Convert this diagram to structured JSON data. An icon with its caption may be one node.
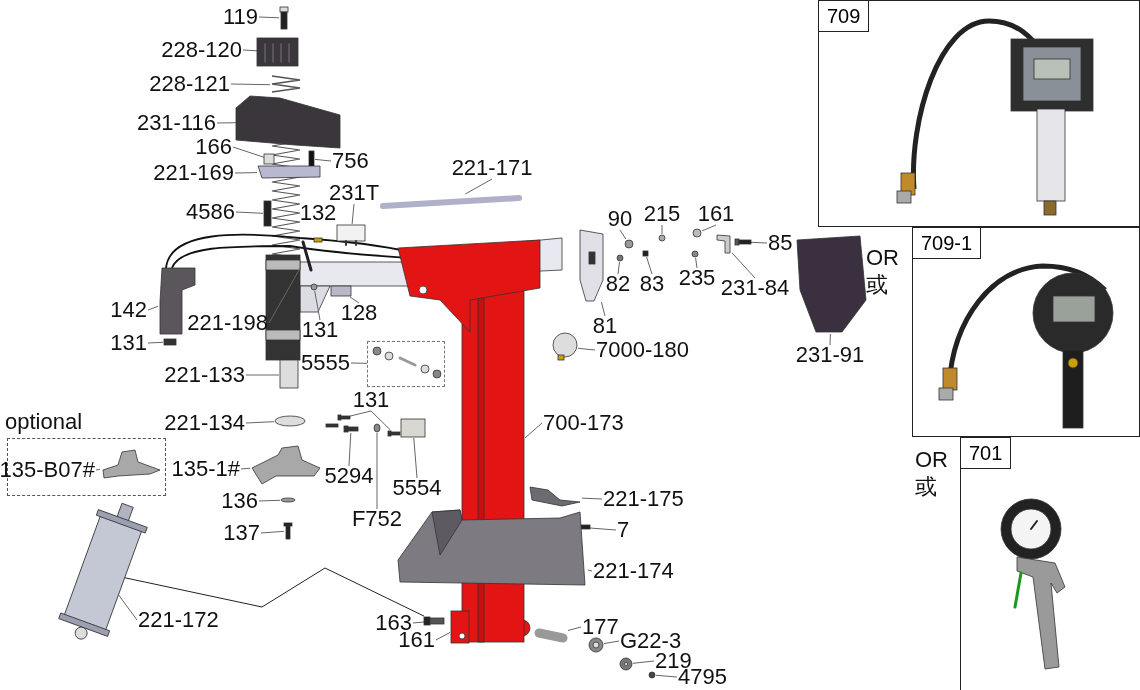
{
  "diagram": {
    "nodes": [
      {
        "text": [
          "119"
        ]
      },
      {
        "text": [
          "228-120"
        ]
      },
      {
        "text": [
          "228-121"
        ]
      },
      {
        "text": [
          "231-116"
        ]
      },
      {
        "text": [
          "166"
        ]
      },
      {
        "text": [
          "756"
        ]
      },
      {
        "text": [
          "221-169"
        ]
      },
      {
        "text": [
          "221-171"
        ]
      },
      {
        "text": [
          "231T"
        ]
      },
      {
        "text": [
          "4586"
        ]
      },
      {
        "text": [
          "90"
        ]
      },
      {
        "text": [
          "215"
        ]
      },
      {
        "text": [
          "161"
        ]
      },
      {
        "text": [
          "85"
        ]
      },
      {
        "text": [
          "82"
        ]
      },
      {
        "text": [
          "83"
        ]
      },
      {
        "text": [
          "235"
        ]
      },
      {
        "text": [
          "231-84"
        ]
      },
      {
        "text": [
          "142"
        ]
      },
      {
        "text": [
          "128"
        ]
      },
      {
        "text": [
          "221-198"
        ]
      },
      {
        "text": [
          "131"
        ]
      },
      {
        "text": [
          "81"
        ]
      },
      {
        "text": [
          "131"
        ]
      },
      {
        "text": [
          "7000-180"
        ]
      },
      {
        "text": [
          "231-91"
        ]
      },
      {
        "text": [
          "5555"
        ]
      },
      {
        "text": [],
        "shape": "box"
      },
      {
        "text": [
          "221-133"
        ]
      },
      {
        "text": [
          "131"
        ]
      },
      {
        "text": [
          "221-134"
        ]
      },
      {
        "text": [
          "700-173"
        ]
      },
      {
        "text": [
          "optional"
        ]
      },
      {
        "text": [
          "135-B07#"
        ],
        "in": 32
      },
      {
        "text": [
          "135-1#"
        ]
      },
      {
        "text": [
          "5294"
        ]
      },
      {
        "text": [
          "F752"
        ]
      },
      {
        "text": [
          "5554"
        ]
      },
      {
        "text": [
          "136"
        ]
      },
      {
        "text": [
          "221-175"
        ]
      },
      {
        "text": [
          "137"
        ]
      },
      {
        "text": [
          "7"
        ]
      },
      {
        "text": [
          "221-174"
        ]
      },
      {
        "text": [],
        "shape": "picture"
      },
      {
        "text": [
          "221-172"
        ]
      },
      {
        "text": [],
        "shape": "bar"
      },
      {
        "text": [
          "163"
        ]
      },
      {
        "text": [
          "161"
        ]
      },
      {
        "text": [
          "177"
        ]
      },
      {
        "text": [
          "G22-3"
        ]
      },
      {
        "text": [
          "219"
        ]
      },
      {
        "text": [
          "4795"
        ]
      },
      {
        "text": [
          "709"
        ]
      },
      {
        "text": [
          "709-1"
        ]
      },
      {
        "text": [
          "701"
        ]
      },
      {
        "text": [],
        "shape": "bar"
      },
      {
        "text": [],
        "shape": "picture"
      },
      {
        "text": [],
        "shape": "picture"
      },
      {
        "text": [],
        "shape": "picture"
      },
      {
        "text": [],
        "shape": "box"
      },
      {
        "text": [],
        "shape": "bar"
      },
      {
        "text": [],
        "shape": "bar"
      },
      {
        "text": [],
        "shape": "picture"
      },
      {
        "text": [],
        "shape": "picture"
      },
      {
        "text": [],
        "shape": "bar"
      },
      {
        "text": [],
        "shape": "circle"
      },
      {
        "text": [],
        "shape": "circle"
      },
      {
        "text": [],
        "shape": "circle"
      },
      {
        "text": [],
        "shape": "bar"
      },
      {
        "text": [],
        "shape": "circle"
      },
      {
        "text": [],
        "shape": "box"
      },
      {
        "text": [],
        "shape": "circle"
      },
      {
        "text": [],
        "shape": "picture"
      },
      {
        "text": [],
        "shape": "picture"
      },
      {
        "text": [],
        "shape": "box"
      },
      {
        "text": [],
        "shape": "picture"
      },
      {
        "text": [],
        "shape": "circle"
      },
      {
        "text": [],
        "shape": "picture"
      },
      {
        "text": [],
        "shape": "bar"
      },
      {
        "text": [],
        "shape": "circle"
      },
      {
        "text": [],
        "shape": "picture"
      },
      {
        "text": [],
        "shape": "box"
      },
      {
        "text": [],
        "shape": "picture"
      },
      {
        "text": [],
        "shape": "picture"
      },
      {
        "text": [],
        "shape": "circle"
      },
      {
        "text": [],
        "shape": "picture"
      },
      {
        "text": [],
        "shape": "picture",
        "in": 32
      },
      {
        "text": [],
        "shape": "picture"
      },
      {
        "text": [],
        "shape": "picture"
      },
      {
        "text": [],
        "shape": "circle"
      },
      {
        "text": [],
        "shape": "box"
      },
      {
        "text": [],
        "shape": "circle"
      },
      {
        "text": [],
        "shape": "picture"
      },
      {
        "text": [],
        "shape": "picture"
      },
      {
        "text": [],
        "shape": "bar"
      },
      {
        "text": [],
        "shape": "picture"
      },
      {
        "text": [],
        "shape": "picture"
      },
      {
        "text": [],
        "shape": "picture"
      },
      {
        "text": [],
        "shape": "picture"
      },
      {
        "text": [],
        "shape": "picture"
      },
      {
        "text": [],
        "shape": "circle"
      },
      {
        "text": [],
        "shape": "picture"
      }
    ],
    "edges": [
      {
        "from": 0,
        "to": 55,
        "arrow": "none"
      },
      {
        "from": 1,
        "to": 56,
        "arrow": "none"
      },
      {
        "from": 2,
        "to": 57,
        "arrow": "none"
      },
      {
        "from": 3,
        "to": 58,
        "arrow": "none"
      },
      {
        "from": 4,
        "to": 59,
        "arrow": "none"
      },
      {
        "from": 5,
        "to": 60,
        "arrow": "none"
      },
      {
        "from": 6,
        "to": 61,
        "arrow": "none"
      },
      {
        "from": 7,
        "to": 62,
        "arrow": "none"
      },
      {
        "from": 8,
        "to": 63,
        "arrow": "none"
      },
      {
        "from": 9,
        "to": 64,
        "arrow": "none"
      },
      {
        "from": 10,
        "to": 65,
        "arrow": "none"
      },
      {
        "from": 11,
        "to": 66,
        "arrow": "none"
      },
      {
        "from": 12,
        "to": 67,
        "arrow": "none"
      },
      {
        "from": 13,
        "to": 68,
        "arrow": "none"
      },
      {
        "from": 14,
        "to": 69,
        "arrow": "none"
      },
      {
        "from": 15,
        "to": 70,
        "arrow": "none"
      },
      {
        "from": 16,
        "to": 71,
        "arrow": "none"
      },
      {
        "from": 17,
        "to": 72,
        "arrow": "none"
      },
      {
        "from": 18,
        "to": 73,
        "arrow": "none"
      },
      {
        "from": 19,
        "to": 74,
        "arrow": "none"
      },
      {
        "from": 20,
        "to": 75,
        "arrow": "none"
      },
      {
        "from": 21,
        "to": 76,
        "arrow": "none"
      },
      {
        "from": 22,
        "to": 77,
        "arrow": "none"
      },
      {
        "from": 23,
        "to": 78,
        "arrow": "none"
      },
      {
        "from": 24,
        "to": 79,
        "arrow": "none"
      },
      {
        "from": 25,
        "to": 80,
        "arrow": "none"
      },
      {
        "from": 26,
        "to": 27,
        "arrow": "none"
      },
      {
        "from": 28,
        "to": 81,
        "arrow": "none"
      },
      {
        "from": 29,
        "to": 82,
        "arrow": "none"
      },
      {
        "from": 29,
        "to": 83,
        "arrow": "none"
      },
      {
        "from": 30,
        "to": 84,
        "arrow": "none"
      },
      {
        "from": 31,
        "to": 85,
        "arrow": "none"
      },
      {
        "from": 33,
        "to": 86,
        "arrow": "none"
      },
      {
        "from": 34,
        "to": 87,
        "arrow": "none"
      },
      {
        "from": 35,
        "to": 88,
        "arrow": "none"
      },
      {
        "from": 36,
        "to": 89,
        "arrow": "none"
      },
      {
        "from": 37,
        "to": 90,
        "arrow": "none"
      },
      {
        "from": 38,
        "to": 91,
        "arrow": "none"
      },
      {
        "from": 39,
        "to": 92,
        "arrow": "none"
      },
      {
        "from": 40,
        "to": 93,
        "arrow": "none"
      },
      {
        "from": 41,
        "to": 94,
        "arrow": "none"
      },
      {
        "from": 42,
        "to": 95,
        "arrow": "none"
      },
      {
        "from": 44,
        "to": 43,
        "arrow": "none"
      },
      {
        "from": 43,
        "to": 45,
        "arrow": "none"
      },
      {
        "from": 46,
        "to": 45,
        "arrow": "none"
      },
      {
        "from": 47,
        "to": 96,
        "arrow": "none"
      },
      {
        "from": 48,
        "to": 97,
        "arrow": "none"
      },
      {
        "from": 49,
        "to": 98,
        "arrow": "none"
      },
      {
        "from": 50,
        "to": 99,
        "arrow": "none"
      },
      {
        "from": 51,
        "to": 100,
        "arrow": "none"
      }
    ],
    "labels": [
      "132",
      "OR",
      "或",
      "OR",
      "或"
    ]
  }
}
